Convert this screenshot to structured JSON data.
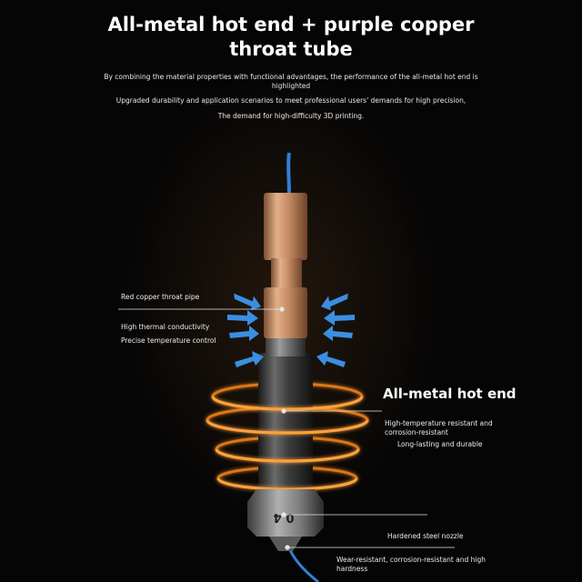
{
  "heading": {
    "line1": "All-metal hot end + purple copper",
    "line2": "throat tube"
  },
  "intro": {
    "p1": "By combining the material properties with functional advantages, the performance of the all-metal hot end is highlighted",
    "p2": "Upgraded durability and application scenarios to meet professional users' demands for high precision,",
    "p3": "The demand for high-difficulty 3D printing."
  },
  "callouts": {
    "throat_pipe": "Red copper throat pipe",
    "thermal": "High thermal conductivity",
    "temperature": "Precise temperature control",
    "hot_end_title": "All-metal hot end",
    "resistant": "High-temperature resistant and corrosion-resistant",
    "durable": "Long-lasting and durable",
    "nozzle": "Hardened steel nozzle",
    "wear": "Wear-resistant, corrosion-resistant and high hardness"
  },
  "nozzle_marking": "0.4",
  "colors": {
    "filament": "#2f7fd6",
    "copper": "#c9916a",
    "heat_glow": "#ff8a1e",
    "airflow_arrow": "#3a8fe0"
  }
}
